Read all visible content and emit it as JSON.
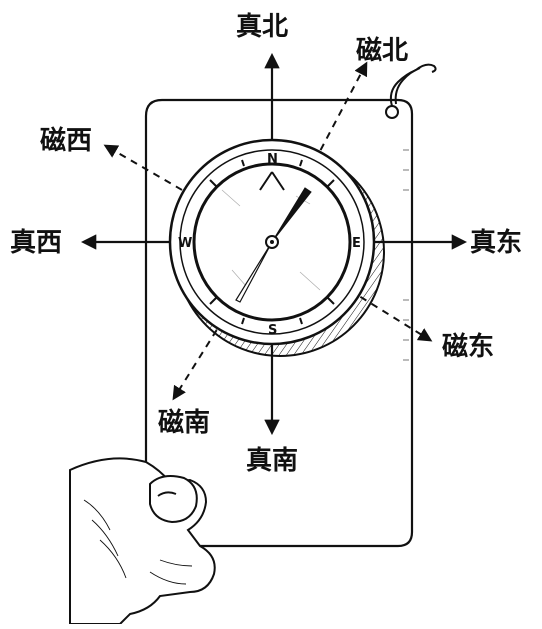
{
  "labels": {
    "true_north": "真北",
    "true_south": "真南",
    "true_east": "真东",
    "true_west": "真西",
    "magnetic_north": "磁北",
    "magnetic_south": "磁南",
    "magnetic_east": "磁东",
    "magnetic_west": "磁西"
  },
  "dial": {
    "north": "N",
    "south": "S",
    "east": "E",
    "west": "W"
  },
  "colors": {
    "ink": "#111111",
    "paper": "#ffffff"
  }
}
